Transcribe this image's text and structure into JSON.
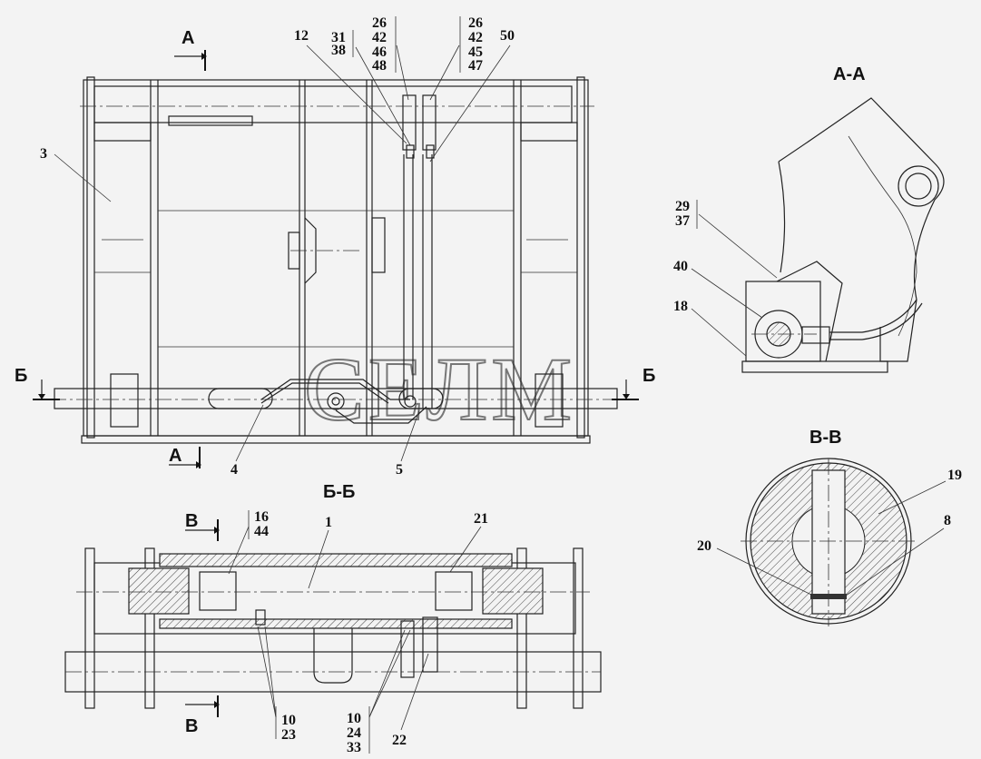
{
  "watermark": "СЕЛМ",
  "sections": {
    "a_a": "А-А",
    "b_b": "Б-Б",
    "v_v": "В-В",
    "mark_a": "А",
    "mark_b": "Б",
    "mark_v": "В"
  },
  "callouts": {
    "c3": "3",
    "c12": "12",
    "c31_38": [
      "31",
      "38"
    ],
    "c26_42_46_48": [
      "26",
      "42",
      "46",
      "48"
    ],
    "c26_42_45_47": [
      "26",
      "42",
      "45",
      "47"
    ],
    "c50": "50",
    "c4": "4",
    "c5": "5",
    "c29_37": [
      "29",
      "37"
    ],
    "c40": "40",
    "c18": "18",
    "c19": "19",
    "c8": "8",
    "c20": "20",
    "c16_44": [
      "16",
      "44"
    ],
    "c1": "1",
    "c21": "21",
    "c10_23": [
      "10",
      "23"
    ],
    "c10_24_33": [
      "10",
      "24",
      "33"
    ],
    "c22": "22"
  }
}
